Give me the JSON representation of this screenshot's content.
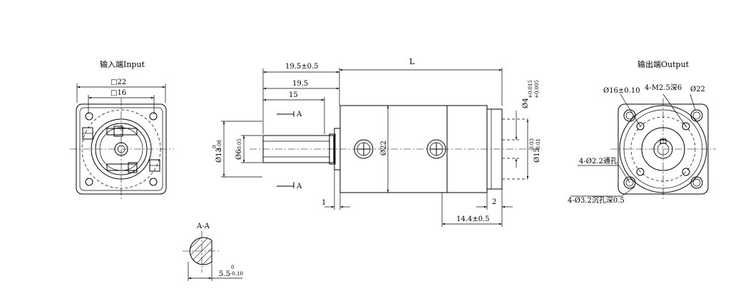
{
  "input_view": {
    "title": "输入端Input",
    "dim_outer": "□22",
    "dim_inner": "□16"
  },
  "side_view": {
    "dim_l": "L",
    "dim_19_5_tol": "19.5±0.5",
    "dim_19_5": "19.5",
    "dim_15": "15",
    "section_mark": "A",
    "dim_d13": "Ø13",
    "dim_d13_tol_upper": "0",
    "dim_d13_tol_lower": "-0.08",
    "dim_d6": "Ø6",
    "dim_d6_tol": "-0.05",
    "dim_d22": "Ø22",
    "dim_d4": "Ø4",
    "dim_d4_tol_upper": "+0.015",
    "dim_d4_tol_lower": "+0.005",
    "dim_d15": "Ø15",
    "dim_d15_tol_upper": "-0.03",
    "dim_d15_tol_lower": "-0.01",
    "dim_1": "1",
    "dim_2": "2",
    "dim_14_4": "14.4±0.5"
  },
  "section_view": {
    "title": "A-A",
    "dim_5_5": "5.5",
    "dim_5_5_tol_upper": "0",
    "dim_5_5_tol_lower": "-0.10"
  },
  "output_view": {
    "title": "输出端Output",
    "dim_d16": "Ø16±0.10",
    "dim_m2": "4-M2.5深6",
    "dim_22": "Ø22",
    "dim_holes": "4-Ø2.2通孔",
    "dim_counterbore": "4-Ø3.2沉孔深0.5"
  }
}
